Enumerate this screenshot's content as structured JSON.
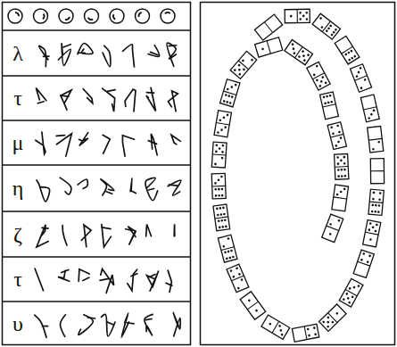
{
  "diagram": {
    "labels": [
      "λ",
      "τ",
      "μ",
      "η",
      "ζ",
      "τ",
      "υ"
    ]
  }
}
